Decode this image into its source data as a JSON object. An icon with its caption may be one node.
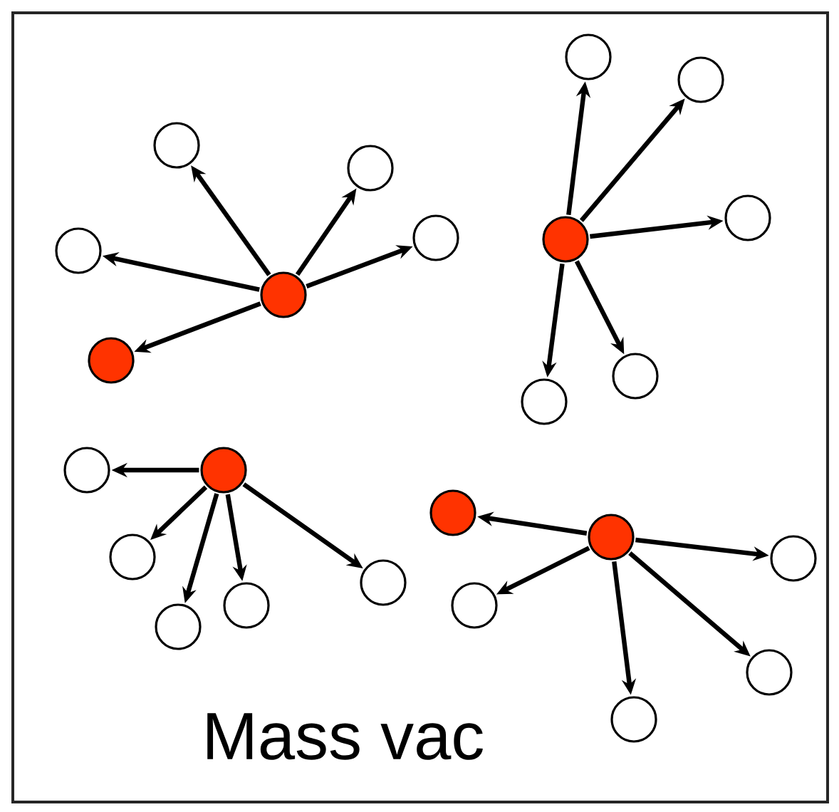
{
  "diagram": {
    "nodes": [
      {
        "text": [],
        "shape": "circle"
      },
      {
        "text": [],
        "shape": "circle"
      },
      {
        "text": [],
        "shape": "circle"
      },
      {
        "text": [],
        "shape": "circle"
      },
      {
        "text": [],
        "shape": "circle"
      },
      {
        "text": [],
        "shape": "circle"
      },
      {
        "text": [],
        "shape": "circle"
      },
      {
        "text": [],
        "shape": "circle"
      },
      {
        "text": [],
        "shape": "circle"
      },
      {
        "text": [],
        "shape": "circle"
      },
      {
        "text": [],
        "shape": "circle"
      },
      {
        "text": [],
        "shape": "circle"
      },
      {
        "text": [],
        "shape": "circle"
      },
      {
        "text": [],
        "shape": "circle"
      },
      {
        "text": [],
        "shape": "circle"
      },
      {
        "text": [],
        "shape": "circle"
      },
      {
        "text": [],
        "shape": "circle"
      },
      {
        "text": [],
        "shape": "circle"
      },
      {
        "text": [],
        "shape": "circle"
      },
      {
        "text": [],
        "shape": "circle"
      },
      {
        "text": [],
        "shape": "circle"
      },
      {
        "text": [],
        "shape": "circle"
      },
      {
        "text": [],
        "shape": "circle"
      },
      {
        "text": [],
        "shape": "circle"
      }
    ],
    "edges": [
      {
        "from": 0,
        "to": 1,
        "arrow": "to"
      },
      {
        "from": 0,
        "to": 2,
        "arrow": "to"
      },
      {
        "from": 0,
        "to": 3,
        "arrow": "to"
      },
      {
        "from": 0,
        "to": 4,
        "arrow": "to"
      },
      {
        "from": 0,
        "to": 5,
        "arrow": "to"
      },
      {
        "from": 6,
        "to": 7,
        "arrow": "to"
      },
      {
        "from": 6,
        "to": 8,
        "arrow": "to"
      },
      {
        "from": 6,
        "to": 9,
        "arrow": "to"
      },
      {
        "from": 6,
        "to": 10,
        "arrow": "to"
      },
      {
        "from": 6,
        "to": 11,
        "arrow": "to"
      },
      {
        "from": 12,
        "to": 13,
        "arrow": "to"
      },
      {
        "from": 12,
        "to": 14,
        "arrow": "to"
      },
      {
        "from": 12,
        "to": 15,
        "arrow": "to"
      },
      {
        "from": 12,
        "to": 16,
        "arrow": "to"
      },
      {
        "from": 12,
        "to": 17,
        "arrow": "to"
      },
      {
        "from": 18,
        "to": 19,
        "arrow": "to"
      },
      {
        "from": 18,
        "to": 20,
        "arrow": "to"
      },
      {
        "from": 18,
        "to": 21,
        "arrow": "to"
      },
      {
        "from": 18,
        "to": 22,
        "arrow": "to"
      },
      {
        "from": 18,
        "to": 23,
        "arrow": "to"
      }
    ],
    "labels": [
      "Mass vac"
    ]
  }
}
